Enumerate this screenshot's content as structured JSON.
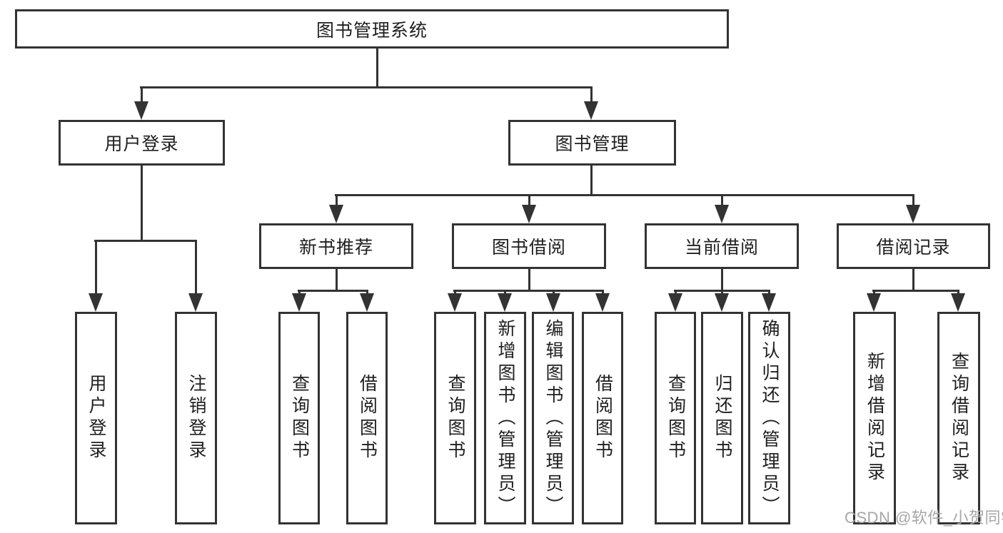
{
  "tree": {
    "label": "图书管理系统",
    "children": [
      {
        "label": "用户登录",
        "children": [
          {
            "label": "用户登录"
          },
          {
            "label": "注销登录"
          }
        ]
      },
      {
        "label": "图书管理",
        "children": [
          {
            "label": "新书推荐",
            "children": [
              {
                "label": "查询图书"
              },
              {
                "label": "借阅图书"
              }
            ]
          },
          {
            "label": "图书借阅",
            "children": [
              {
                "label": "查询图书"
              },
              {
                "label": "新增图书（管理员）"
              },
              {
                "label": "编辑图书（管理员）"
              },
              {
                "label": "借阅图书"
              }
            ]
          },
          {
            "label": "当前借阅",
            "children": [
              {
                "label": "查询图书"
              },
              {
                "label": "归还图书"
              },
              {
                "label": "确认归还（管理员）"
              }
            ]
          },
          {
            "label": "借阅记录",
            "children": [
              {
                "label": "新增借阅记录"
              },
              {
                "label": "查询借阅记录"
              }
            ]
          }
        ]
      }
    ]
  },
  "colors": {
    "line": "#333333",
    "text": "#1f1f1f",
    "background": "#ffffff",
    "watermark": "#a6a6a6"
  },
  "watermark": {
    "text": "CSDN @软件_小贺同学"
  }
}
